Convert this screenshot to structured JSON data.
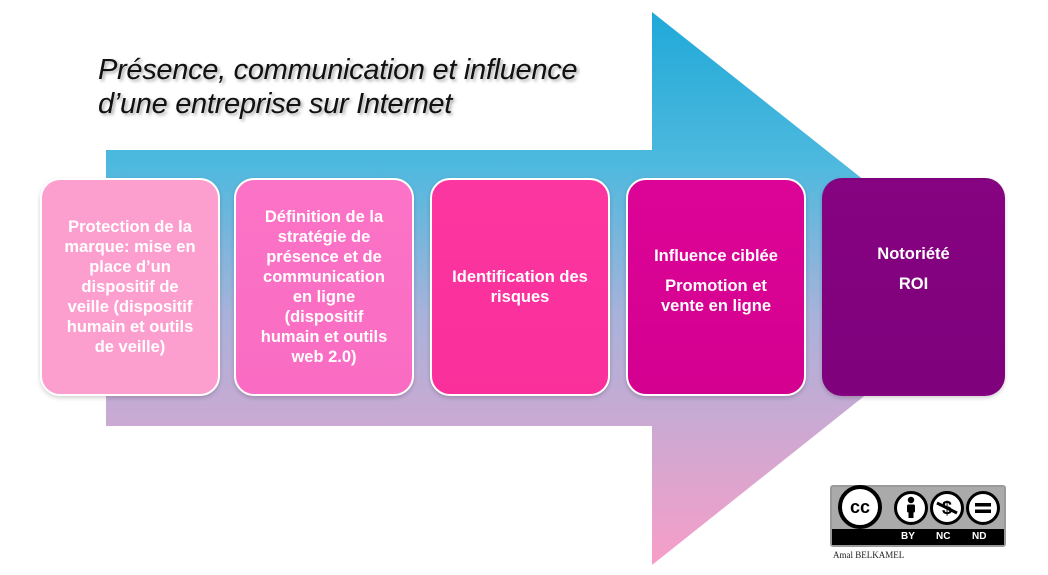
{
  "title": {
    "line1": "Présence, communication et influence",
    "line2": "d’une entreprise sur Internet"
  },
  "steps": [
    {
      "lines": [
        "Protection de la",
        "marque:  mise en",
        "place d’un",
        "dispositif de",
        "veille (dispositif",
        "humain et outils",
        "de veille)"
      ]
    },
    {
      "lines": [
        "Définition de la",
        "stratégie de",
        "présence et de",
        "communication",
        "en  ligne",
        "(dispositif",
        "humain et outils",
        "web 2.0)"
      ]
    },
    {
      "lines": [
        "Identification des",
        "risques"
      ]
    },
    {
      "line1": "Influence ciblée",
      "line2": "Promotion et",
      "line3": "vente en ligne"
    },
    {
      "line1": "Notoriété",
      "line2": "ROI"
    }
  ],
  "license": {
    "cc": "cc",
    "by_icon": "person-icon",
    "nc_icon": "no-dollar-icon",
    "nd_icon": "equals-icon",
    "by": "BY",
    "nc": "NC",
    "nd": "ND"
  },
  "author": "Amal BELKAMEL",
  "colors": {
    "arrow_top": "#2fb3da",
    "arrow_bottom": "#f6a0c8",
    "box1": "#fc9fcf",
    "box2": "#fb73c6",
    "box3": "#fc36a0",
    "box4": "#dc0496",
    "box5": "#860381"
  }
}
